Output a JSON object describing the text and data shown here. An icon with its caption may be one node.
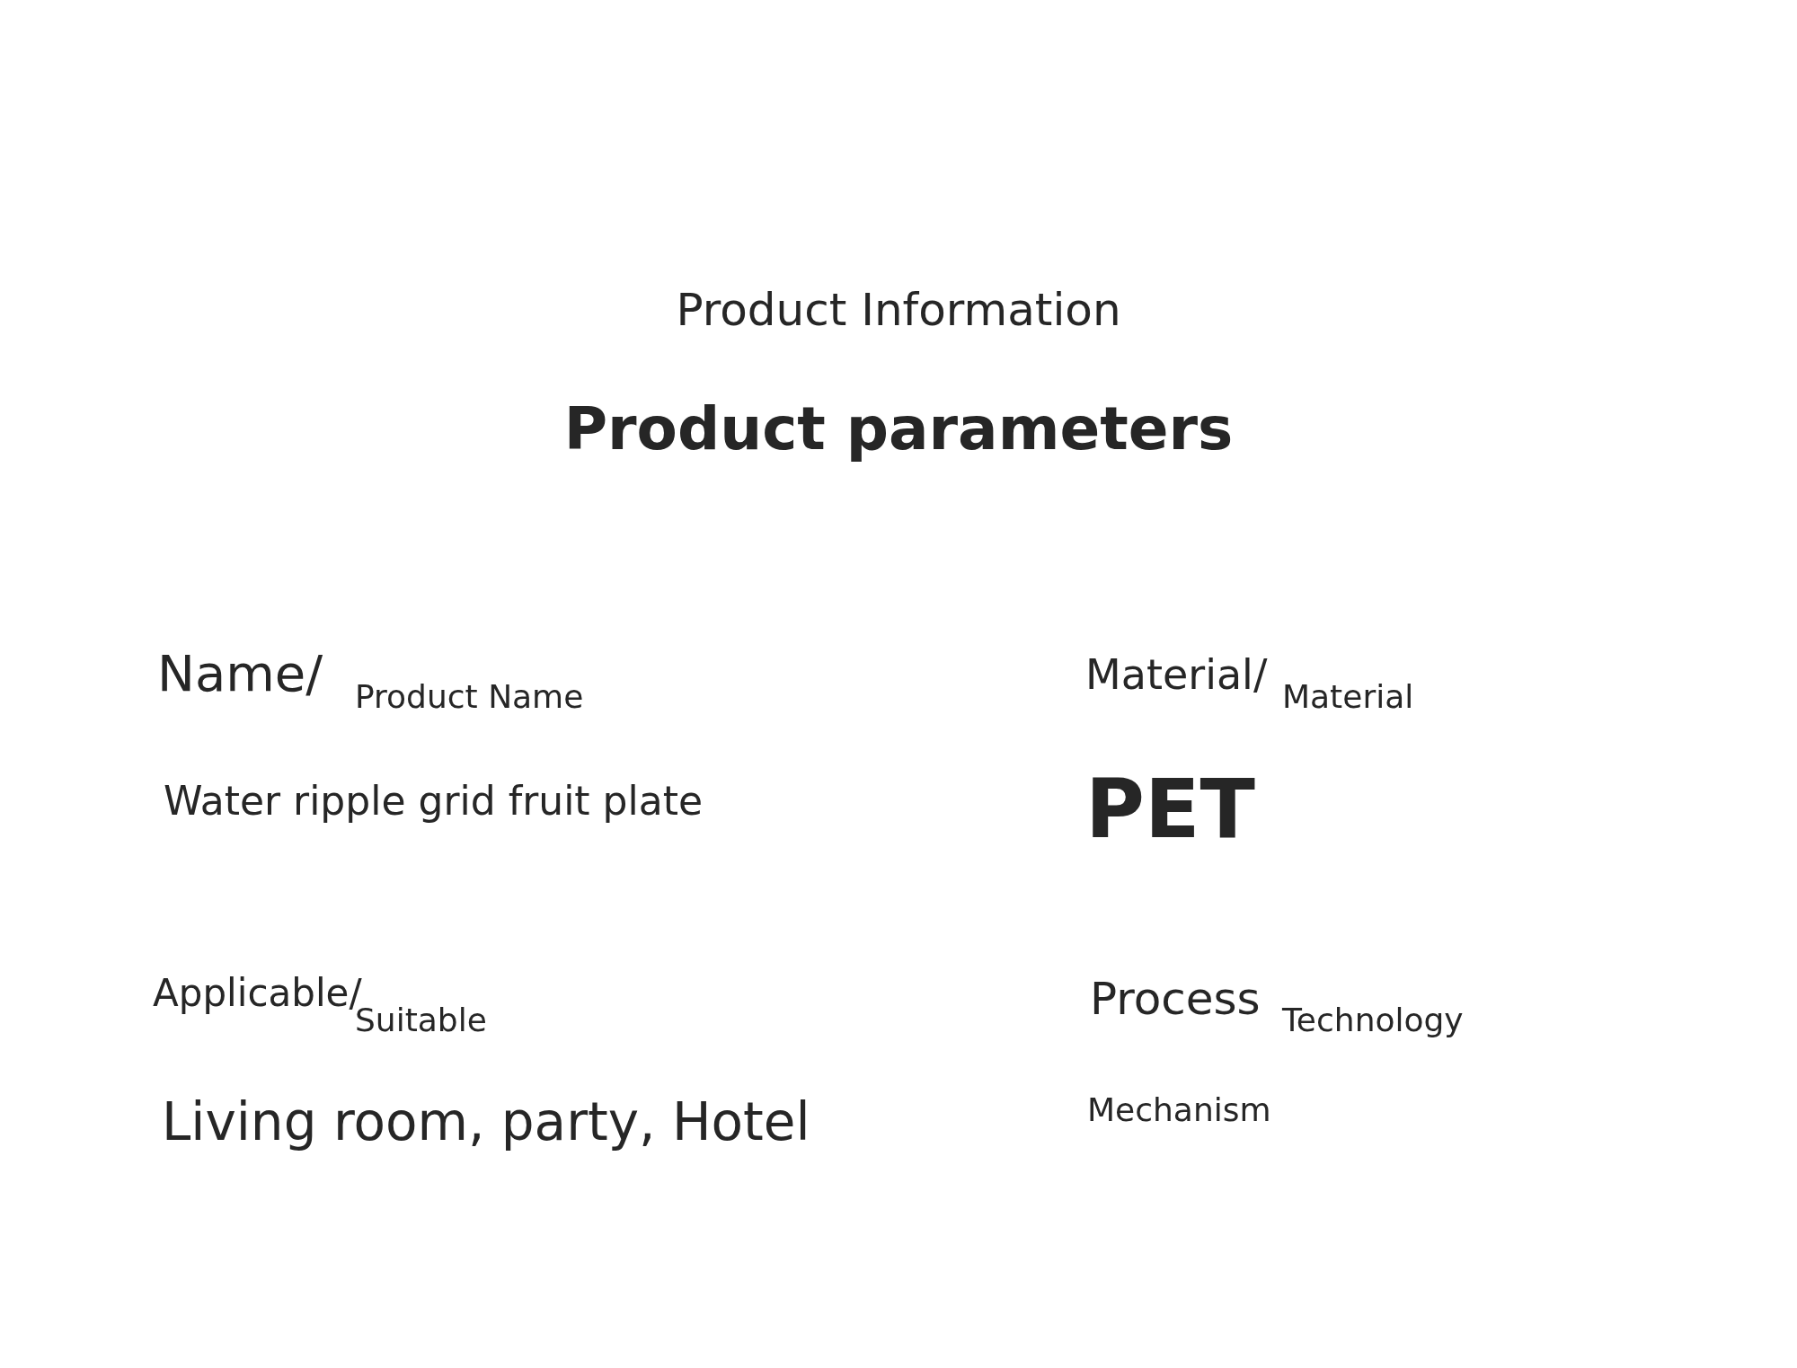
{
  "diagram": {
    "title": "Product Information",
    "labels": [
      "Product parameters",
      "Name/",
      "Product Name",
      "Material/",
      "Material",
      "Water ripple grid fruit plate",
      "PET",
      "Applicable/",
      "Suitable",
      "Process",
      "Technology",
      "Living room, party, Hotel",
      "Mechanism"
    ]
  }
}
